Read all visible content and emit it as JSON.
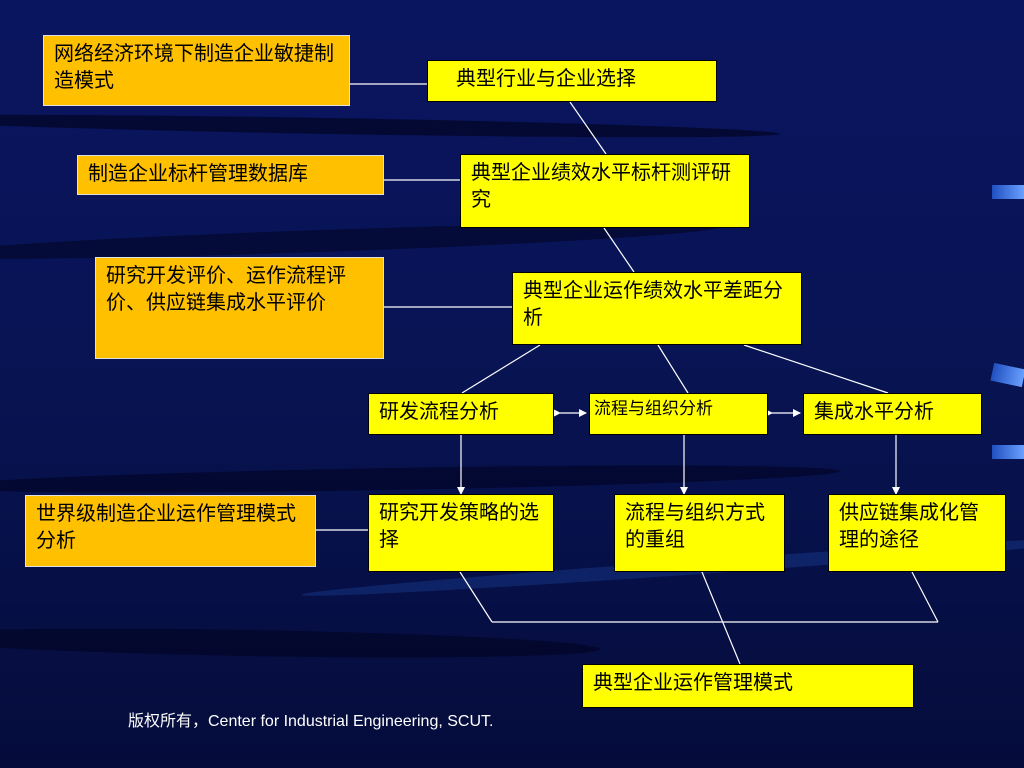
{
  "boxes": {
    "left_1": "网络经济环境下制造企业敏捷制造模式",
    "left_2": "制造企业标杆管理数据库",
    "left_3": "研究开发评价、运作流程评价、供应链集成水平评价",
    "left_4": "世界级制造企业运作管理模式分析",
    "center_1": "典型行业与企业选择",
    "center_2": "典型企业绩效水平标杆测评研究",
    "center_3": "典型企业运作绩效水平差距分析",
    "analysis_left": "研发流程分析",
    "analysis_mid": "流程与组织分析",
    "analysis_right": "集成水平分析",
    "result_left": "研究开发策略的选择",
    "result_mid": "流程与组织方式的重组",
    "result_right": "供应链集成化管理的途径",
    "final": "典型企业运作管理模式"
  },
  "footer": "版权所有，Center for Industrial Engineering, SCUT.",
  "colors": {
    "background": "#0a1560",
    "left_box": "#ffc000",
    "flow_box": "#ffff00",
    "line": "#ffffff"
  }
}
